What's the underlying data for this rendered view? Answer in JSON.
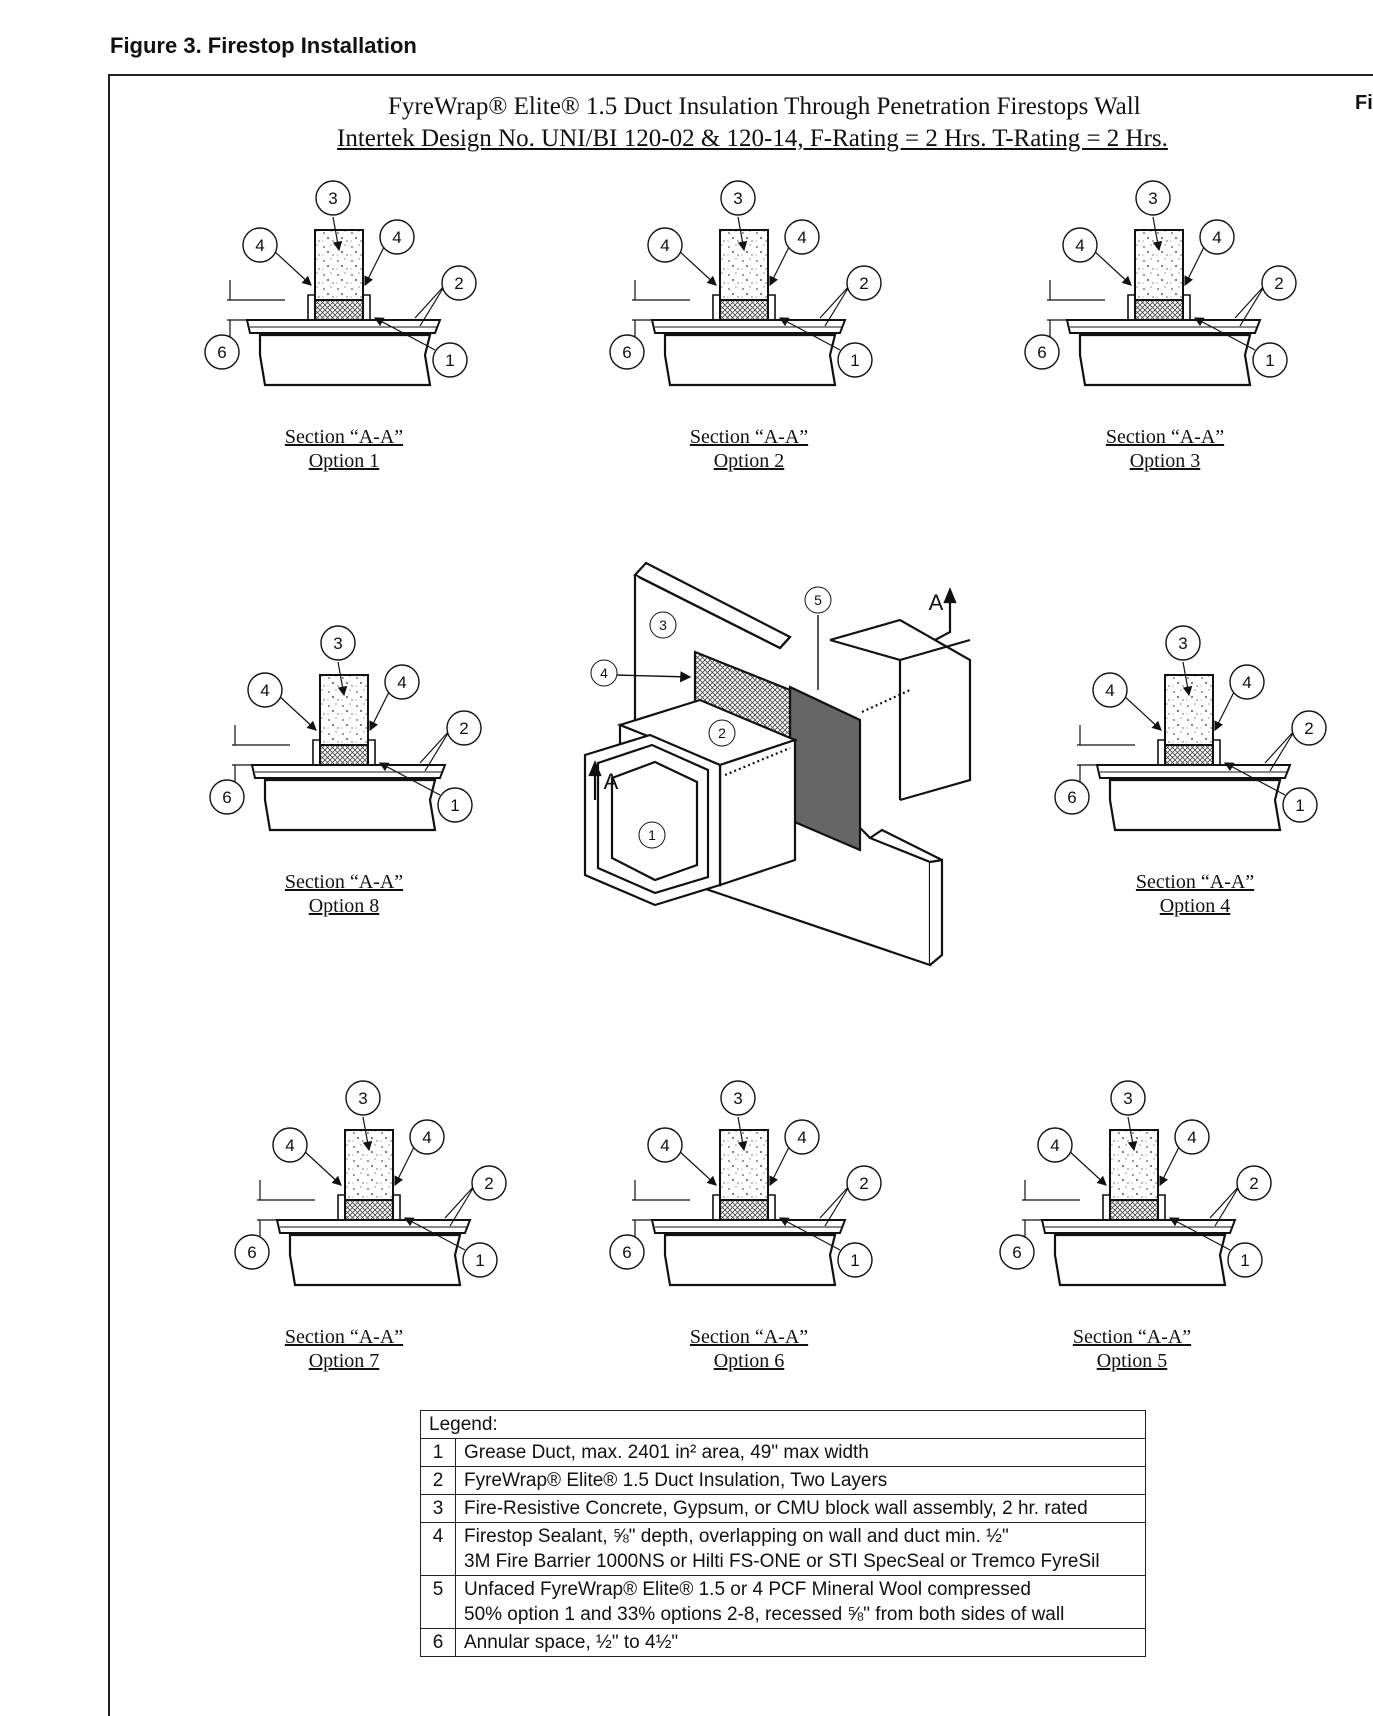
{
  "figure_caption": "Figure 3.  Firestop Installation",
  "cut_off_text": "Fi",
  "title": {
    "line1": "FyreWrap® Elite® 1.5 Duct Insulation Through Penetration Firestops Wall",
    "line2": "Intertek Design No. UNI/BI 120-02 & 120-14, F-Rating = 2 Hrs. T-Rating = 2 Hrs."
  },
  "sections": [
    {
      "label": "Section “A-A”",
      "option": "Option 1"
    },
    {
      "label": "Section “A-A”",
      "option": "Option 2"
    },
    {
      "label": "Section “A-A”",
      "option": "Option 3"
    },
    {
      "label": "Section “A-A”",
      "option": "Option 8"
    },
    {
      "label": "Section “A-A”",
      "option": "Option 4"
    },
    {
      "label": "Section “A-A”",
      "option": "Option 7"
    },
    {
      "label": "Section “A-A”",
      "option": "Option 6"
    },
    {
      "label": "Section “A-A”",
      "option": "Option 5"
    }
  ],
  "callout_numbers": [
    "1",
    "2",
    "3",
    "4",
    "5",
    "6"
  ],
  "section_marker": "A",
  "legend": {
    "heading": "Legend:",
    "items": [
      {
        "num": "1",
        "text": "Grease Duct, max. 2401 in² area, 49\" max width",
        "text2": ""
      },
      {
        "num": "2",
        "text": "FyreWrap® Elite® 1.5 Duct Insulation, Two Layers",
        "text2": ""
      },
      {
        "num": "3",
        "text": "Fire-Resistive Concrete, Gypsum, or CMU block wall assembly, 2 hr. rated",
        "text2": ""
      },
      {
        "num": "4",
        "text": "Firestop Sealant, ⅝\" depth, overlapping on wall and duct min. ½\"",
        "text2": "3M Fire Barrier 1000NS or Hilti FS-ONE or STI SpecSeal or Tremco FyreSil"
      },
      {
        "num": "5",
        "text": "Unfaced FyreWrap® Elite® 1.5 or 4 PCF Mineral Wool compressed",
        "text2": "50% option 1 and 33% options 2-8, recessed ⅝\" from both sides of wall"
      },
      {
        "num": "6",
        "text": "Annular space, ½\" to 4½\"",
        "text2": ""
      }
    ]
  }
}
